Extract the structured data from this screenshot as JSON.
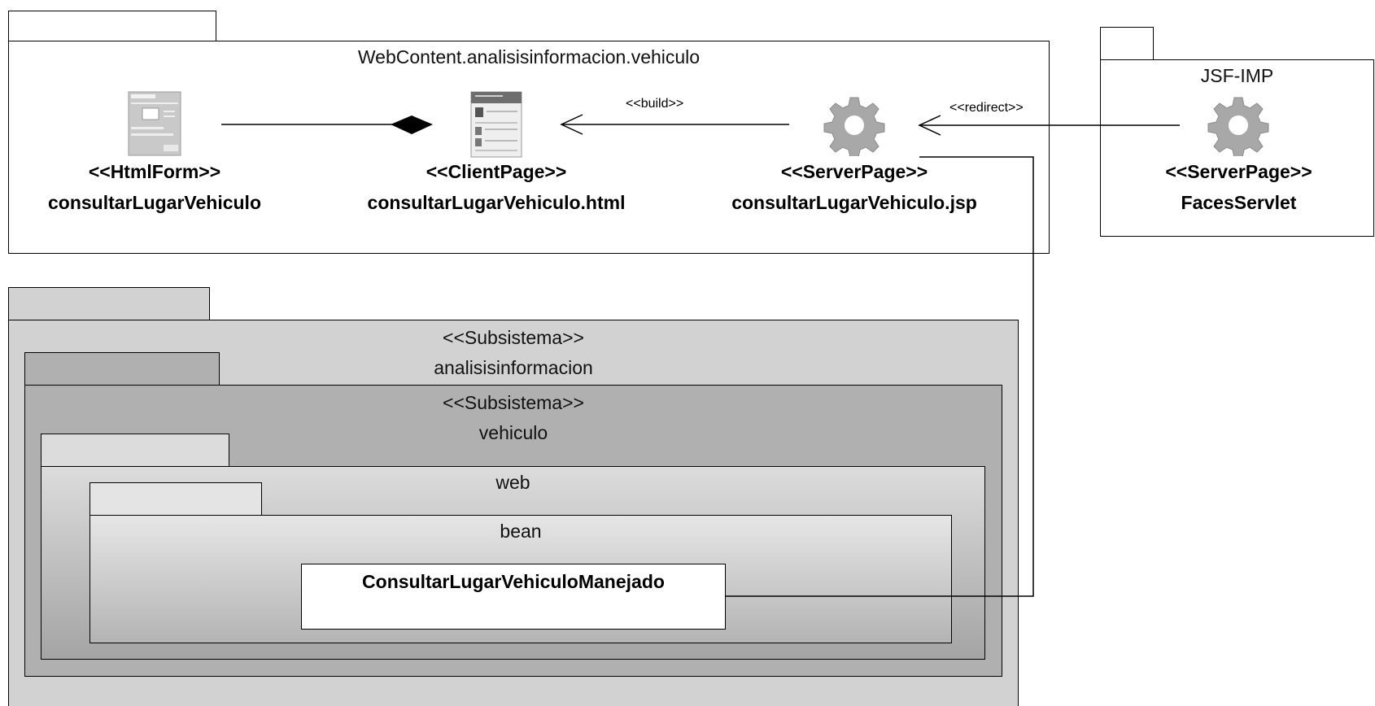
{
  "top_package": {
    "name": "WebContent.analisisinformacion.vehiculo"
  },
  "jsf_package": {
    "name": "JSF-IMP"
  },
  "elements": {
    "html_form": {
      "stereotype": "<<HtmlForm>>",
      "name": "consultarLugarVehiculo",
      "icon": "html-form-icon"
    },
    "client_page": {
      "stereotype": "<<ClientPage>>",
      "name": "consultarLugarVehiculo.html",
      "icon": "client-page-icon"
    },
    "server_page": {
      "stereotype": "<<ServerPage>>",
      "name": "consultarLugarVehiculo.jsp",
      "icon": "gear-icon"
    },
    "faces_servlet": {
      "stereotype": "<<ServerPage>>",
      "name": "FacesServlet",
      "icon": "gear-icon"
    }
  },
  "relations": {
    "build": "<<build>>",
    "redirect": "<<redirect>>"
  },
  "subsystems": {
    "outer": {
      "stereotype": "<<Subsistema>>",
      "name": "analisisinformacion"
    },
    "inner": {
      "stereotype": "<<Subsistema>>",
      "name": "vehiculo"
    },
    "web": {
      "name": "web"
    },
    "bean": {
      "name": "bean"
    }
  },
  "class_box": {
    "name": "ConsultarLugarVehiculoManejado"
  },
  "colors": {
    "outer_fill": "#d2d2d2",
    "inner_fill": "#b0b0b0",
    "web_fill_top": "#dcdcdc",
    "web_fill_bottom": "#a4a4a4",
    "gear": "#a8a8a8"
  }
}
